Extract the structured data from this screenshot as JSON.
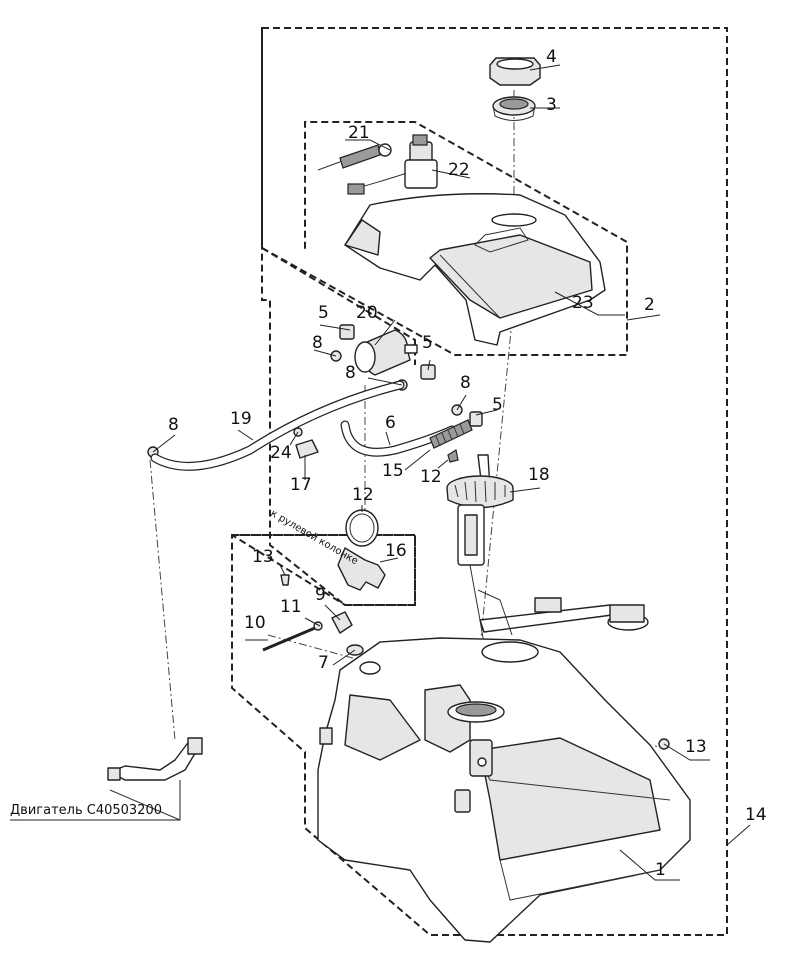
{
  "labels": {
    "p1": "1",
    "p2": "2",
    "p3": "3",
    "p4": "4",
    "p5a": "5",
    "p5b": "5",
    "p5c": "5",
    "p6": "6",
    "p7": "7",
    "p8a": "8",
    "p8b": "8",
    "p8c": "8",
    "p8d": "8",
    "p9": "9",
    "p10": "10",
    "p11": "11",
    "p12a": "12",
    "p12b": "12",
    "p13a": "13",
    "p13b": "13",
    "p14": "14",
    "p15": "15",
    "p16": "16",
    "p17": "17",
    "p18": "18",
    "p19": "19",
    "p20": "20",
    "p21": "21",
    "p22": "22",
    "p23": "23",
    "p24": "24"
  },
  "engine_caption": "Двигатель С40503200",
  "steering_note": "к рулевой колонке"
}
